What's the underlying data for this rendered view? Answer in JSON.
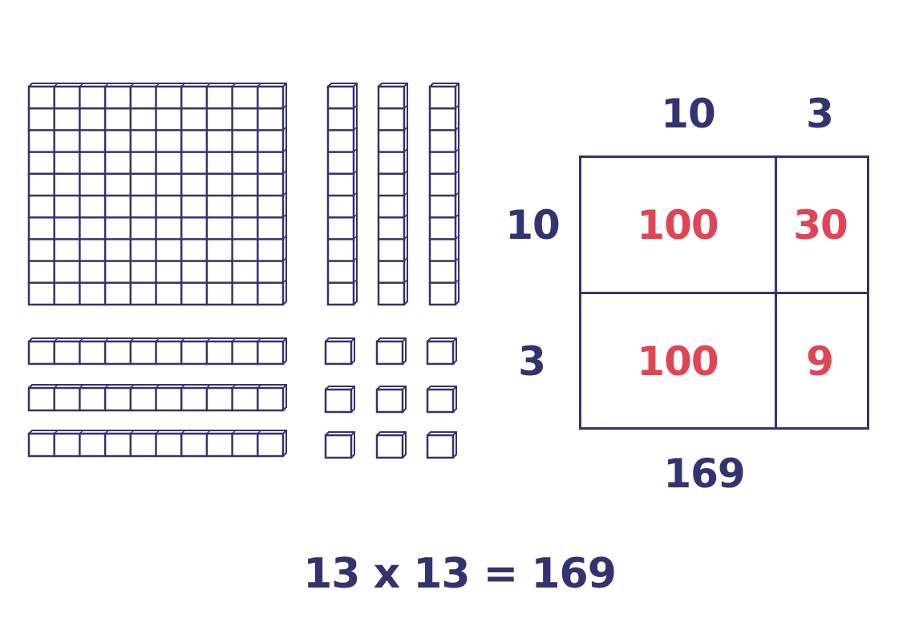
{
  "colors": {
    "ink": "#33336f",
    "product": "#e04555"
  },
  "base_ten_blocks": {
    "hundreds": 1,
    "tens_vertical": 3,
    "tens_horizontal": 3,
    "ones": 9
  },
  "area_model": {
    "column_headers": [
      "10",
      "3"
    ],
    "row_headers": [
      "10",
      "3"
    ],
    "cells": [
      [
        "100",
        "30"
      ],
      [
        "100",
        "9"
      ]
    ],
    "total": "169"
  },
  "equation": "13 x 13 = 169"
}
